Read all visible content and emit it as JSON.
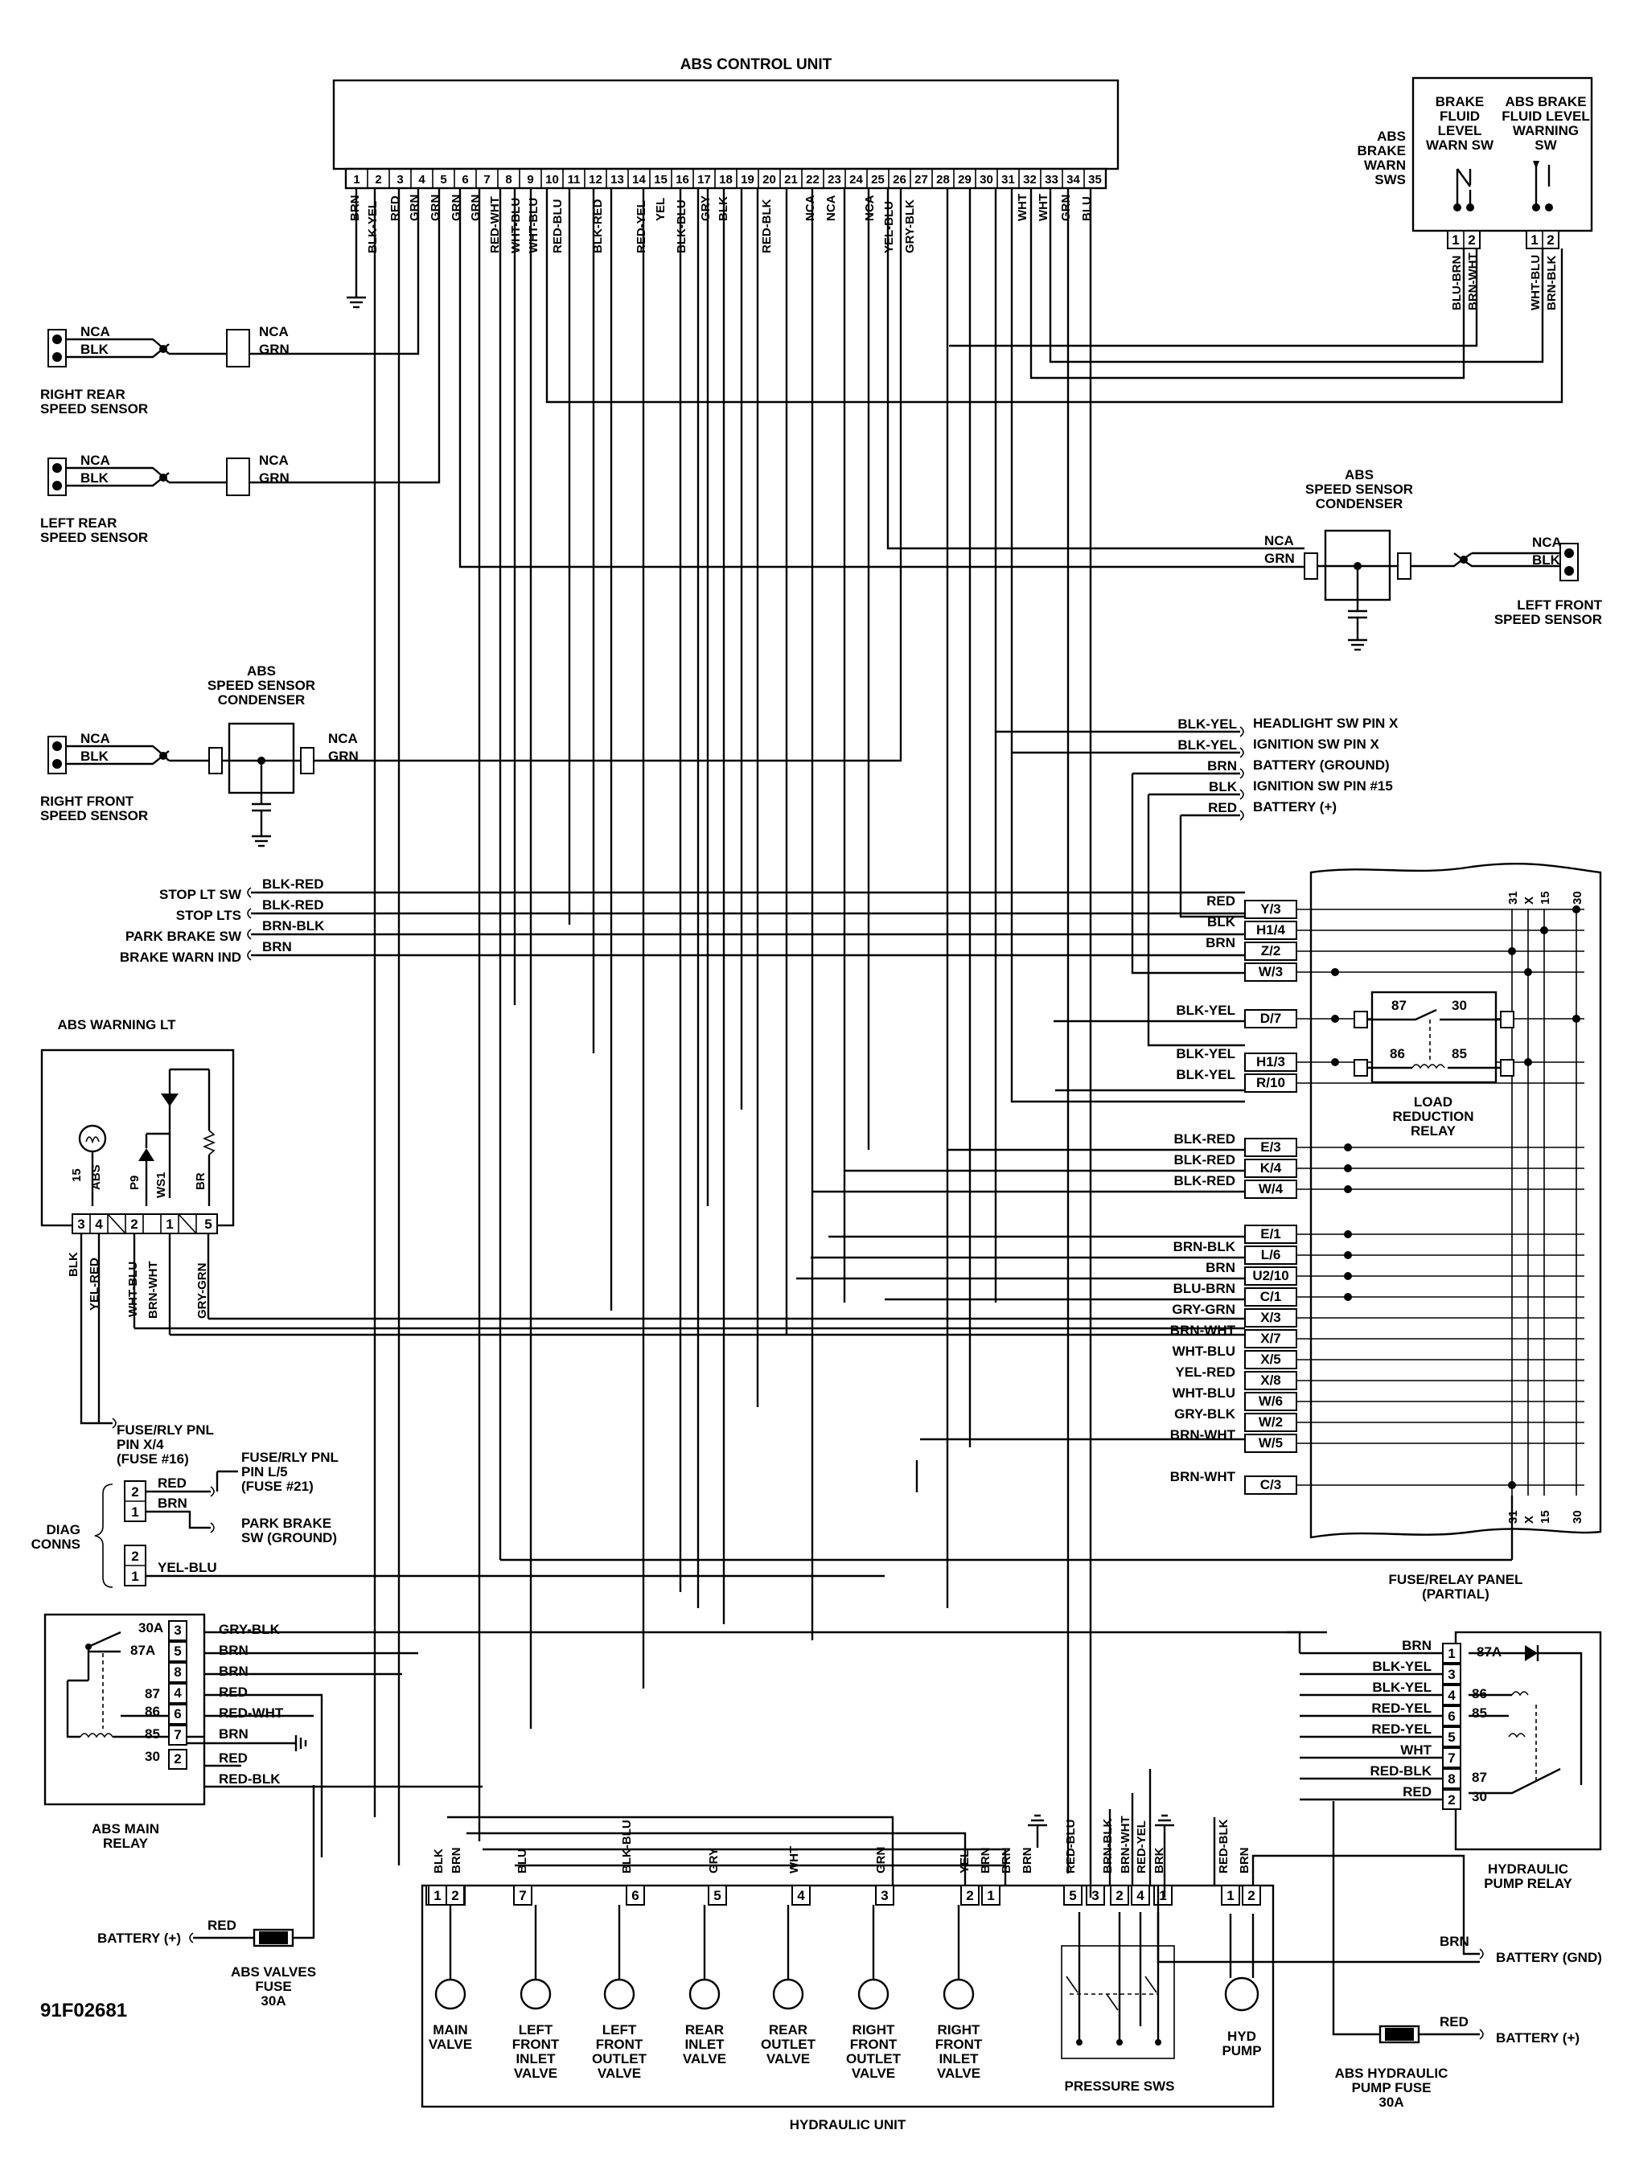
{
  "figure_id": "91F02681",
  "abs_control_unit": {
    "title": "ABS CONTROL UNIT",
    "pins": [
      "1",
      "2",
      "3",
      "4",
      "5",
      "6",
      "7",
      "8",
      "9",
      "10",
      "11",
      "12",
      "13",
      "14",
      "15",
      "16",
      "17",
      "18",
      "19",
      "20",
      "21",
      "22",
      "23",
      "24",
      "25",
      "26",
      "27",
      "28",
      "29",
      "30",
      "31",
      "32",
      "33",
      "34",
      "35"
    ],
    "wires": [
      {
        "pin": "1",
        "color": "BRN"
      },
      {
        "pin": "2",
        "color": "BLK-YEL"
      },
      {
        "pin": "3",
        "color": "RED"
      },
      {
        "pin": "4",
        "color": "GRN"
      },
      {
        "pin": "5",
        "color": "GRN"
      },
      {
        "pin": "6",
        "color": "GRN"
      },
      {
        "pin": "7",
        "color": "GRN"
      },
      {
        "pin": "8",
        "color": "RED-WHT"
      },
      {
        "pin": "9",
        "color": "WHT-BLU"
      },
      {
        "pin": "9a",
        "color": "WHT-BLU"
      },
      {
        "pin": "10",
        "color": "RED-BLU"
      },
      {
        "pin": "11",
        "color": "BLK-RED"
      },
      {
        "pin": "13",
        "color": "RED-YEL"
      },
      {
        "pin": "14",
        "color": "YEL"
      },
      {
        "pin": "15",
        "color": "BLK-BLU"
      },
      {
        "pin": "16",
        "color": "GRY"
      },
      {
        "pin": "17",
        "color": "BLK"
      },
      {
        "pin": "19",
        "color": "RED-BLK"
      },
      {
        "pin": "21",
        "color": "NCA"
      },
      {
        "pin": "22",
        "color": "NCA"
      },
      {
        "pin": "23",
        "color": "NCA"
      },
      {
        "pin": "25",
        "color": "YEL-BLU"
      },
      {
        "pin": "26",
        "color": "GRY-BLK"
      },
      {
        "pin": "31",
        "color": "WHT"
      },
      {
        "pin": "32",
        "color": "WHT"
      },
      {
        "pin": "33",
        "color": "GRN"
      },
      {
        "pin": "34",
        "color": "BLU"
      }
    ]
  },
  "brake_fluid_switch": {
    "label_left": [
      "ABS",
      "BRAKE",
      "WARN",
      "SWS"
    ],
    "sw1_title": [
      "BRAKE",
      "FLUID",
      "LEVEL",
      "WARN SW"
    ],
    "sw2_title": [
      "ABS BRAKE",
      "FLUID LEVEL",
      "WARNING",
      "SW"
    ],
    "sw1_pins": [
      "1",
      "2"
    ],
    "sw2_pins": [
      "1",
      "2"
    ],
    "sw1_wires": [
      "BLU-BRN",
      "BRN-WHT"
    ],
    "sw2_wires": [
      "WHT-BLU",
      "BRN-BLK"
    ]
  },
  "speed_sensors": {
    "right_rear": {
      "label": [
        "RIGHT REAR",
        "SPEED SENSOR"
      ],
      "wires": [
        "NCA",
        "BLK"
      ],
      "mid": [
        "NCA",
        "GRN"
      ]
    },
    "left_rear": {
      "label": [
        "LEFT REAR",
        "SPEED SENSOR"
      ],
      "wires": [
        "NCA",
        "BLK"
      ],
      "mid": [
        "NCA",
        "GRN"
      ]
    },
    "right_front": {
      "label": [
        "RIGHT FRONT",
        "SPEED SENSOR"
      ],
      "wires": [
        "NCA",
        "BLK"
      ],
      "mid": [
        "NCA",
        "GRN"
      ]
    },
    "left_front": {
      "label": [
        "LEFT FRONT",
        "SPEED SENSOR"
      ],
      "wires": [
        "NCA",
        "BLK"
      ],
      "mid": [
        "NCA",
        "GRN"
      ]
    }
  },
  "condenser_label": [
    "ABS",
    "SPEED SENSOR",
    "CONDENSER"
  ],
  "ignition_feeds": [
    {
      "wire": "BLK-YEL",
      "label": "HEADLIGHT SW PIN X"
    },
    {
      "wire": "BLK-YEL",
      "label": "IGNITION SW PIN X"
    },
    {
      "wire": "BRN",
      "label": "BATTERY (GROUND)"
    },
    {
      "wire": "BLK",
      "label": "IGNITION SW PIN #15"
    },
    {
      "wire": "RED",
      "label": "BATTERY (+)"
    }
  ],
  "switch_feeds": [
    {
      "label": "STOP LT SW",
      "wire": "BLK-RED"
    },
    {
      "label": "STOP LTS",
      "wire": "BLK-RED"
    },
    {
      "label": "PARK BRAKE SW",
      "wire": "BRN-BLK"
    },
    {
      "label": "BRAKE WARN IND",
      "wire": "BRN"
    }
  ],
  "fuse_relay_panel": {
    "title": [
      "FUSE/RELAY PANEL",
      "(PARTIAL)"
    ],
    "bus_labels": [
      "31",
      "X",
      "15",
      "30"
    ],
    "terminals": [
      {
        "wire": "RED",
        "term": "Y/3"
      },
      {
        "wire": "BLK",
        "term": "H1/4"
      },
      {
        "wire": "BRN",
        "term": "Z/2"
      },
      {
        "wire": "",
        "term": "W/3"
      },
      {
        "wire": "BLK-YEL",
        "term": "D/7"
      },
      {
        "wire": "BLK-YEL",
        "term": "H1/3"
      },
      {
        "wire": "BLK-YEL",
        "term": "R/10"
      },
      {
        "wire": "BLK-RED",
        "term": "E/3"
      },
      {
        "wire": "BLK-RED",
        "term": "K/4"
      },
      {
        "wire": "BLK-RED",
        "term": "W/4"
      },
      {
        "wire": "",
        "term": "E/1"
      },
      {
        "wire": "BRN-BLK",
        "term": "L/6"
      },
      {
        "wire": "BRN",
        "term": "U2/10"
      },
      {
        "wire": "BLU-BRN",
        "term": "C/1"
      },
      {
        "wire": "GRY-GRN",
        "term": "X/3"
      },
      {
        "wire": "BRN-WHT",
        "term": "X/7"
      },
      {
        "wire": "WHT-BLU",
        "term": "X/5"
      },
      {
        "wire": "YEL-RED",
        "term": "X/8"
      },
      {
        "wire": "WHT-BLU",
        "term": "W/6"
      },
      {
        "wire": "GRY-BLK",
        "term": "W/2"
      },
      {
        "wire": "BRN-WHT",
        "term": "W/5"
      },
      {
        "wire": "BRN-WHT",
        "term": "C/3"
      }
    ]
  },
  "load_reduction_relay": {
    "title": [
      "LOAD",
      "REDUCTION",
      "RELAY"
    ],
    "terms": [
      "87",
      "30",
      "86",
      "85"
    ]
  },
  "abs_warning_lt": {
    "title": "ABS WARNING LT",
    "pin_labels": [
      "15",
      "ABS",
      "P9",
      "WS1",
      "BR"
    ],
    "pins": [
      "3",
      "4",
      "2",
      "1",
      "5"
    ],
    "wires": [
      "BLK",
      "YEL-RED",
      "WHT-BLU",
      "BRN-WHT",
      "GRY-GRN"
    ],
    "fuse_note": [
      "FUSE/RLY PNL",
      "PIN X/4",
      "(FUSE #16)"
    ]
  },
  "diag_conns": {
    "label": [
      "DIAG",
      "CONNS"
    ],
    "c1_pins": [
      "2",
      "1"
    ],
    "c1_wires": [
      "RED",
      "BRN"
    ],
    "c2_pins": [
      "2",
      "1"
    ],
    "c2_wires": [
      "YEL-BLU"
    ],
    "note1": [
      "FUSE/RLY PNL",
      "PIN L/5",
      "(FUSE #21)"
    ],
    "note2": [
      "PARK BRAKE",
      "SW (GROUND)"
    ]
  },
  "abs_main_relay": {
    "title": [
      "ABS MAIN",
      "RELAY"
    ],
    "terms": [
      "30A",
      "87A",
      "87",
      "86",
      "85",
      "30"
    ],
    "pins": [
      "3",
      "5",
      "8",
      "4",
      "6",
      "7",
      "2"
    ],
    "wires": [
      "GRY-BLK",
      "BRN",
      "BRN",
      "RED",
      "RED-WHT",
      "BRN",
      "RED",
      "RED-BLK"
    ]
  },
  "battery_valves": {
    "label": "BATTERY (+)",
    "wire": "RED",
    "fuse": [
      "ABS VALVES",
      "FUSE",
      "30A"
    ]
  },
  "hydraulic_pump_relay": {
    "title": [
      "HYDRAULIC",
      "PUMP RELAY"
    ],
    "pins": [
      "1",
      "3",
      "4",
      "6",
      "5",
      "7",
      "8",
      "2"
    ],
    "wires": [
      "BRN",
      "BLK-YEL",
      "BLK-YEL",
      "RED-YEL",
      "RED-YEL",
      "WHT",
      "RED-BLK",
      "RED"
    ],
    "terms": [
      "87A",
      "86",
      "85",
      "87",
      "30"
    ]
  },
  "hydraulic_unit": {
    "title": "HYDRAULIC UNIT",
    "top_wires": [
      "BLK",
      "BRN",
      "BLU",
      "BLK-BLU",
      "GRY",
      "WHT",
      "GRN",
      "YEL",
      "BRN",
      "BRN",
      "BRN",
      "RED-BLU",
      "BRN-BLK",
      "BRN-WHT",
      "RED-YEL",
      "BRK",
      "RED-BLK",
      "BRN"
    ],
    "pins": [
      "1",
      "2",
      "7",
      "6",
      "5",
      "4",
      "3",
      "2",
      "1",
      "5",
      "3",
      "2",
      "4",
      "1",
      "1",
      "2"
    ],
    "valves": [
      [
        "MAIN",
        "VALVE"
      ],
      [
        "LEFT",
        "FRONT",
        "INLET",
        "VALVE"
      ],
      [
        "LEFT",
        "FRONT",
        "OUTLET",
        "VALVE"
      ],
      [
        "REAR",
        "INLET",
        "VALVE"
      ],
      [
        "REAR",
        "OUTLET",
        "VALVE"
      ],
      [
        "RIGHT",
        "FRONT",
        "OUTLET",
        "VALVE"
      ],
      [
        "RIGHT",
        "FRONT",
        "INLET",
        "VALVE"
      ]
    ],
    "pressure_sws": "PRESSURE SWS",
    "pump": [
      "HYD",
      "PUMP"
    ]
  },
  "battery_gnd": {
    "wire": "BRN",
    "label": "BATTERY (GND)"
  },
  "battery_pump": {
    "wire": "RED",
    "label": "BATTERY (+)",
    "fuse": [
      "ABS HYDRAULIC",
      "PUMP FUSE",
      "30A"
    ]
  }
}
